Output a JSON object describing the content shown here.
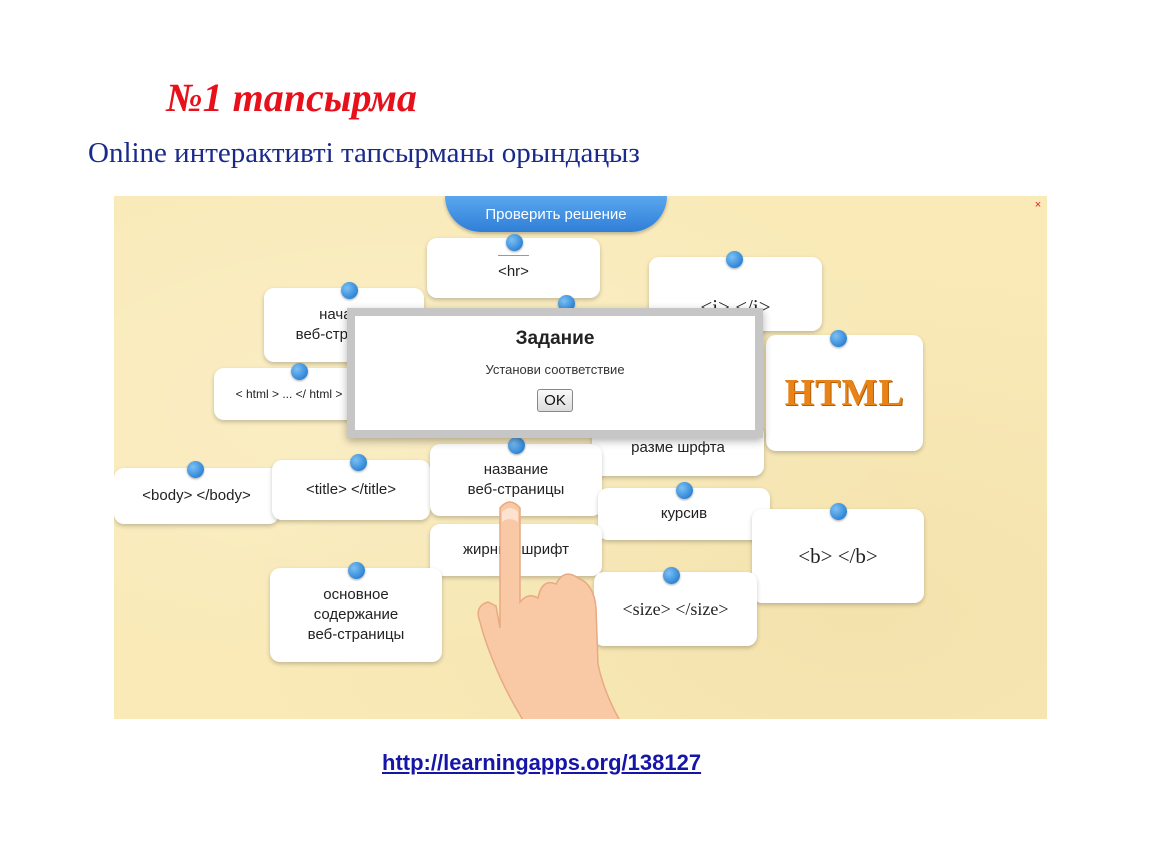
{
  "slide": {
    "title": "№1 тапсырма",
    "subtitle": "Online интерактивті тапсырманы орындаңыз",
    "link": "http://learningapps.org/138127"
  },
  "app": {
    "check_button": "Проверить решение",
    "close_icon": "×",
    "cards": {
      "hr": "<hr>",
      "italic": "<i>    </i>",
      "start": "начало\nвеб-страницы",
      "html_tag": "< html >  ...  </ html >",
      "html_logo": "HTML",
      "font_size": "разме шрфта",
      "body": "<body>   </body>",
      "title_tag": "<title>    </title>",
      "page_name": "название\nвеб-страницы",
      "cursive": "курсив",
      "bold_font": "жирный шрифт",
      "bold_tag": "<b>  </b>",
      "main_content": "основное\nсодержание\nвеб-страницы",
      "size_tag": "<size>  </size>"
    },
    "dialog": {
      "title": "Задание",
      "message": "Установи соответствие",
      "ok": "OK"
    },
    "colors": {
      "board": "#f9eab8",
      "pin": "#2f86d6",
      "title_red": "#e8101a",
      "subtitle_blue": "#1a2a8c"
    }
  }
}
